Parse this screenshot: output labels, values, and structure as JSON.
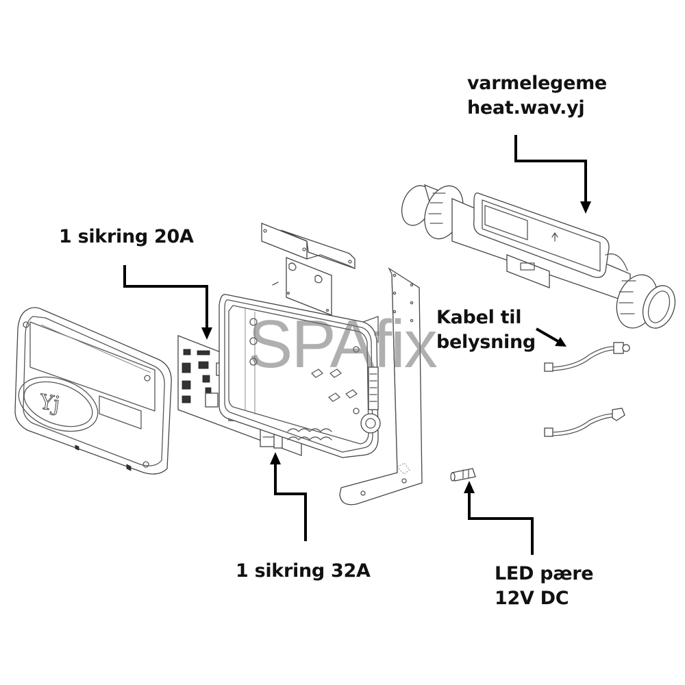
{
  "diagram": {
    "title": "Spa control system exploded view",
    "watermark": "SPAfix",
    "panel_logo": "Yj",
    "labels": {
      "heater": {
        "line1": "varmelegeme",
        "line2": "heat.wav.yj"
      },
      "fuse_20a": "1 sikring 20A",
      "fuse_32a": "1 sikring 32A",
      "light_cable": {
        "line1": "Kabel til",
        "line2": "belysning"
      },
      "led_bulb": {
        "line1": "LED pære",
        "line2": "12V DC"
      }
    },
    "components": [
      "control-box-cover",
      "circuit-board",
      "control-box-enclosure",
      "mounting-bracket-top",
      "mounting-plate",
      "l-bracket",
      "heater-tube",
      "light-cable",
      "extension-cable",
      "led-bulb"
    ],
    "colors": {
      "text": "#111111",
      "lines": "#555555",
      "arrows": "#000000",
      "watermark": "#6e6e6e",
      "background": "#ffffff"
    }
  }
}
